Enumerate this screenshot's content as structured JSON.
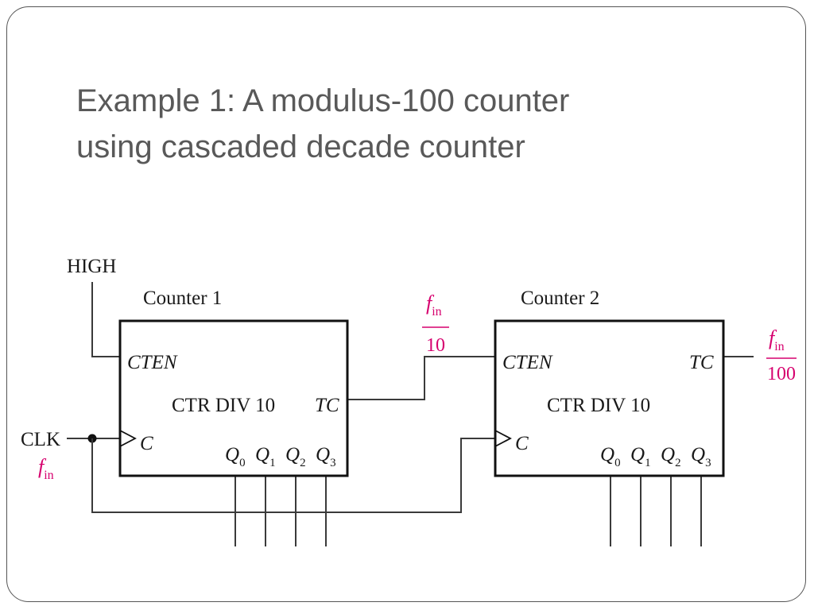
{
  "slide": {
    "title_line1": "Example 1: A modulus-100 counter",
    "title_line2": "using cascaded decade counter"
  },
  "diagram": {
    "high_label": "HIGH",
    "clk_label": "CLK",
    "fin_f": "f",
    "fin_sub": "in",
    "fin_over_10": "10",
    "fin_over_100": "100",
    "counter1": {
      "name": "Counter 1",
      "cten": "CTEN",
      "type": "CTR DIV 10",
      "tc": "TC",
      "clock": "C",
      "q": "Q",
      "q_subs": [
        "0",
        "1",
        "2",
        "3"
      ]
    },
    "counter2": {
      "name": "Counter 2",
      "cten": "CTEN",
      "type": "CTR DIV 10",
      "tc": "TC",
      "clock": "C",
      "q": "Q",
      "q_subs": [
        "0",
        "1",
        "2",
        "3"
      ]
    },
    "colors": {
      "wire": "#3a3a3a",
      "accent": "#d6006e",
      "title": "#595959"
    }
  }
}
